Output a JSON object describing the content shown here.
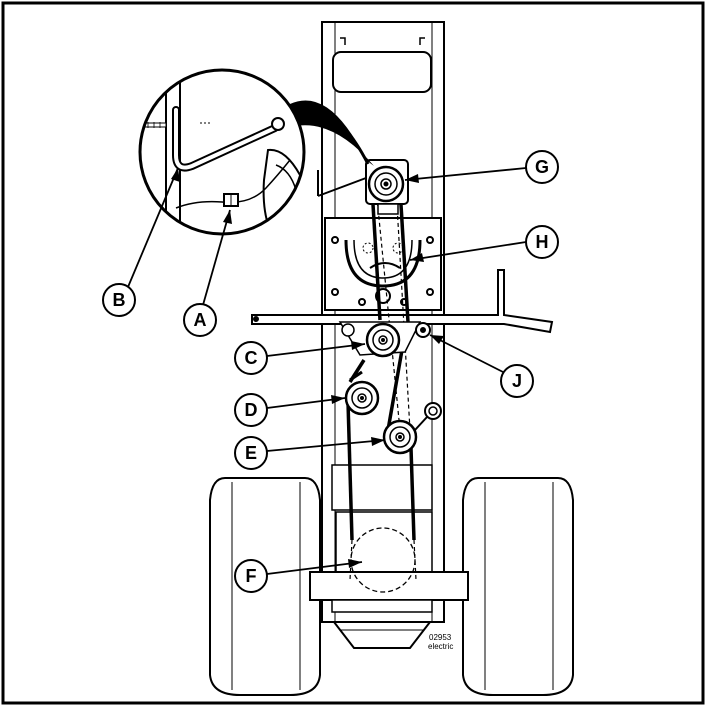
{
  "callouts": {
    "a": "A",
    "b": "B",
    "c": "C",
    "d": "D",
    "e": "E",
    "f": "F",
    "g": "G",
    "h": "H",
    "j": "J"
  },
  "figure_code": {
    "number": "02953",
    "word": "electric"
  }
}
